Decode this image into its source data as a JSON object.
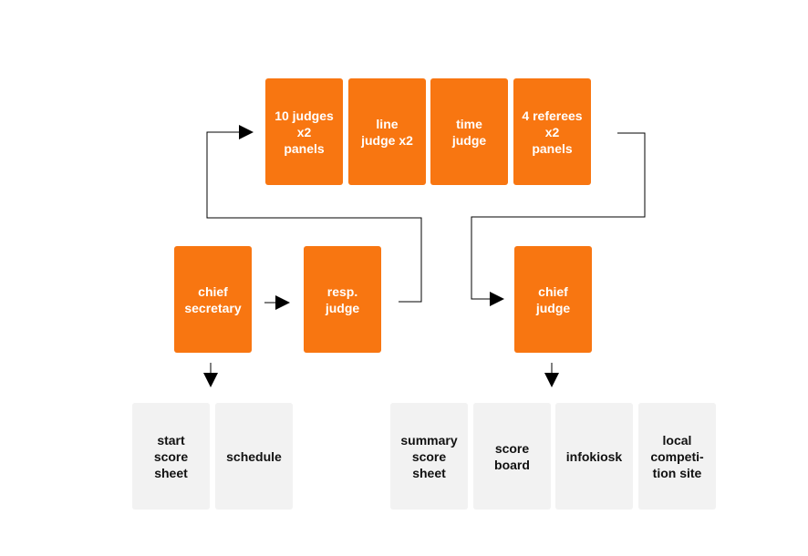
{
  "colors": {
    "primary_box": "#f87611",
    "output_box": "#f2f2f2",
    "connector": "#000000"
  },
  "officials": {
    "judges_panels": "10 judges\nx2\npanels",
    "line_judge": "line\njudge x2",
    "time_judge": "time\njudge",
    "referees": "4 referees\nx2\npanels"
  },
  "roles": {
    "chief_secretary": "chief\nsecretary",
    "resp_judge": "resp.\njudge",
    "chief_judge": "chief\njudge"
  },
  "outputs": {
    "start_score_sheet": "start\nscore\nsheet",
    "schedule": "schedule",
    "summary_score_sheet": "summary\nscore\nsheet",
    "score_board": "score\nboard",
    "infokiosk": "infokiosk",
    "local_competition_site": "local\ncompeti-\ntion site"
  }
}
